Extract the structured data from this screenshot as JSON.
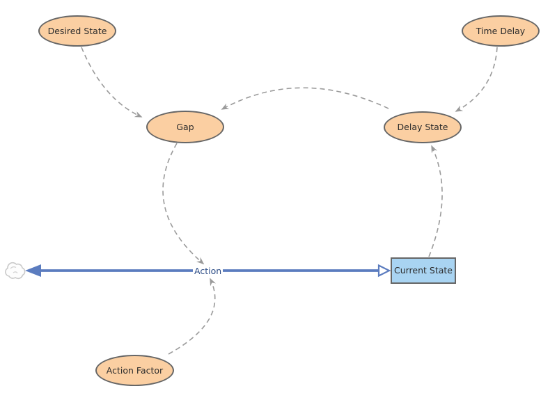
{
  "diagram": {
    "type": "stock-and-flow",
    "background_color": "#ffffff",
    "variables": [
      {
        "id": "desired-state",
        "label": "Desired State"
      },
      {
        "id": "time-delay",
        "label": "Time Delay"
      },
      {
        "id": "gap",
        "label": "Gap"
      },
      {
        "id": "delay-state",
        "label": "Delay State"
      },
      {
        "id": "action-factor",
        "label": "Action Factor"
      }
    ],
    "stocks": [
      {
        "id": "current-state",
        "label": "Current State"
      }
    ],
    "flows": [
      {
        "id": "action",
        "label": "Action",
        "from": "Current State",
        "to": "cloud"
      }
    ],
    "links": [
      {
        "from": "Desired State",
        "to": "Gap"
      },
      {
        "from": "Time Delay",
        "to": "Delay State"
      },
      {
        "from": "Delay State",
        "to": "Gap"
      },
      {
        "from": "Current State",
        "to": "Delay State"
      },
      {
        "from": "Gap",
        "to": "Action"
      },
      {
        "from": "Action Factor",
        "to": "Action"
      }
    ],
    "icons": [
      {
        "name": "cloud-icon",
        "meaning": "flow sink/source cloud"
      }
    ],
    "colors": {
      "variable_fill": "#fbcfa2",
      "variable_stroke": "#666666",
      "stock_fill": "#a9d4f2",
      "stock_stroke": "#666666",
      "link_stroke": "#9a9a9a",
      "flow_stroke": "#5b7cbf",
      "flow_label_text": "#2d4d86",
      "node_text": "#2b2b2b",
      "cloud_stroke": "#c9c9c9"
    }
  }
}
